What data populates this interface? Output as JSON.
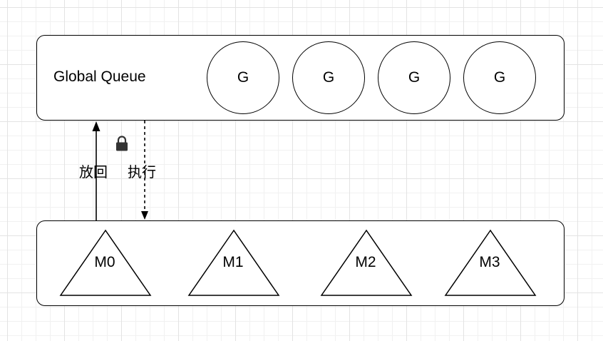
{
  "global_queue": {
    "label": "Global Queue",
    "goroutines": [
      "G",
      "G",
      "G",
      "G"
    ]
  },
  "machines": [
    "M0",
    "M1",
    "M2",
    "M3"
  ],
  "edges": {
    "put_back": "放回",
    "execute": "执行",
    "lock_icon": "lock-icon"
  }
}
